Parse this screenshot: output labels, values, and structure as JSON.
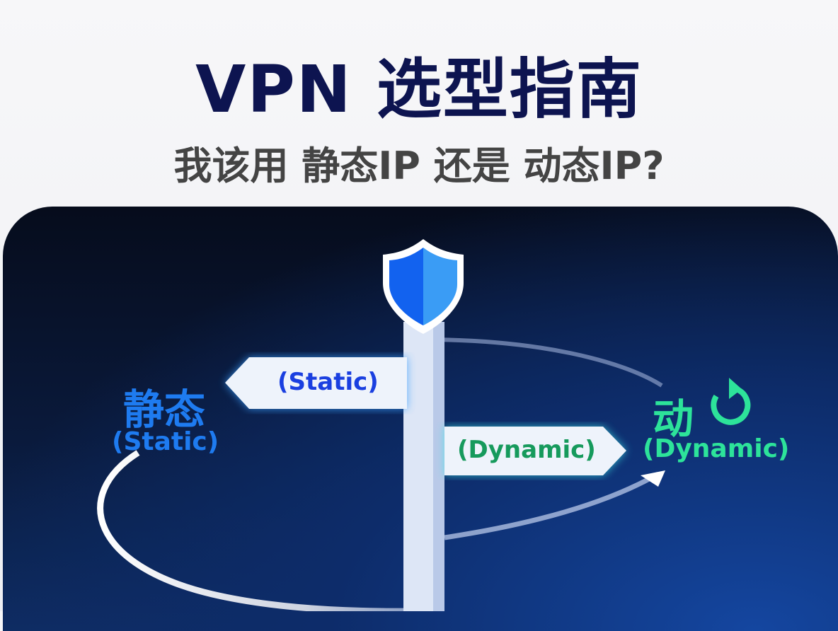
{
  "header": {
    "title": "VPN 选型指南",
    "subtitle": "我该用 静态IP 还是 动态IP?"
  },
  "signpost": {
    "left_sign": "(Static)",
    "right_sign": "(Dynamic)",
    "icon": "shield-icon"
  },
  "left_label": {
    "cn": "静态",
    "en": "(Static)",
    "color": "#1e7bf0"
  },
  "right_label": {
    "cn": "动",
    "en": "(Dynamic)",
    "icon": "refresh-icon",
    "color": "#2de39a"
  },
  "colors": {
    "title": "#0d1450",
    "static_sign_text": "#1a3fe0",
    "dynamic_sign_text": "#169a5c"
  }
}
